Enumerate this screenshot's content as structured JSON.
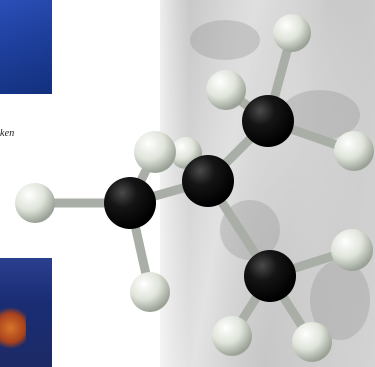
{
  "caption": {
    "text": "ken"
  },
  "molecule": {
    "carbon_color": "#0d0d0d",
    "hydrogen_color": "#e8ece4",
    "bond_color": "#aeb4ad",
    "atoms": [
      {
        "kind": "carbon",
        "name": "carbon-atom-left"
      },
      {
        "kind": "carbon",
        "name": "carbon-atom-center"
      },
      {
        "kind": "carbon",
        "name": "carbon-atom-upper-right"
      },
      {
        "kind": "carbon",
        "name": "carbon-atom-lower-right"
      },
      {
        "kind": "hydrogen",
        "name": "hydrogen-atom"
      }
    ]
  }
}
